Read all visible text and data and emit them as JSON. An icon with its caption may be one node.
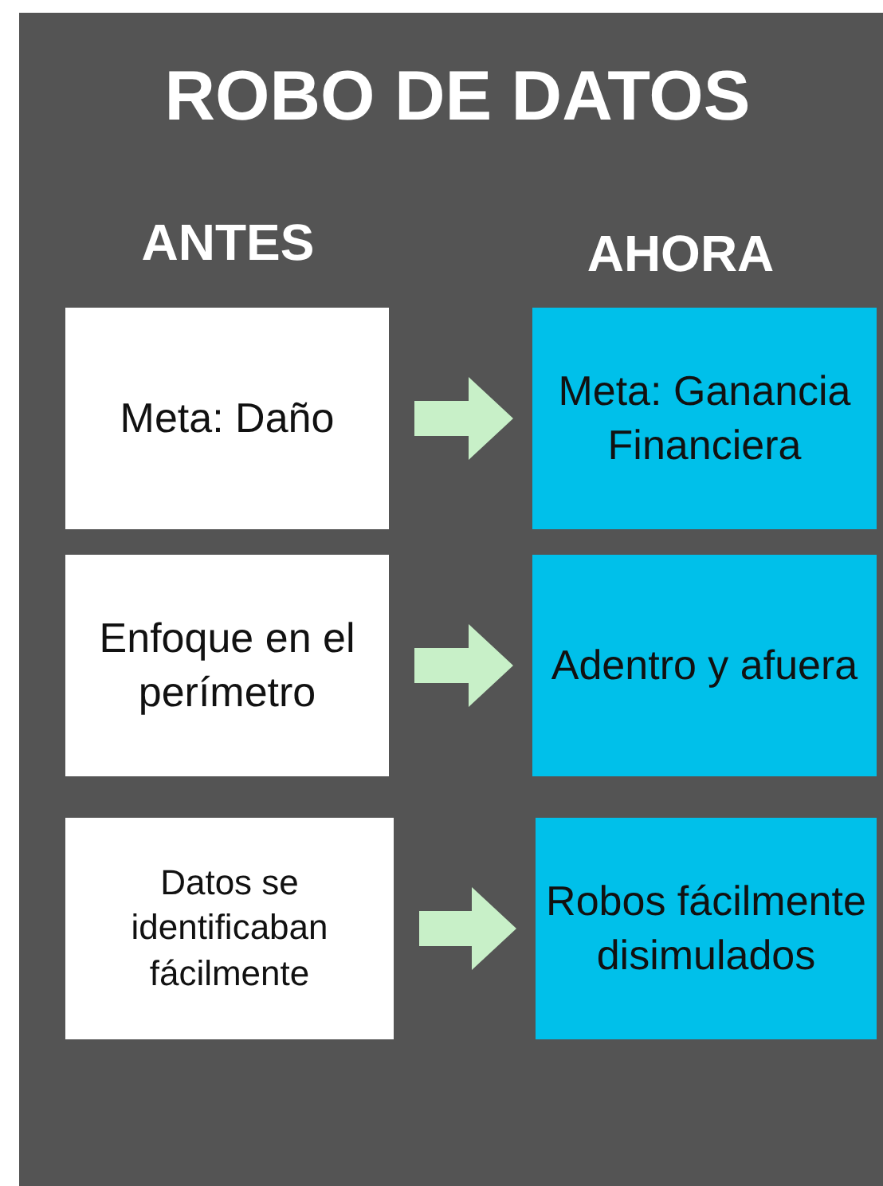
{
  "diagram": {
    "title": "ROBO DE DATOS",
    "nodes": [
      {
        "text": [
          "Meta: Daño"
        ]
      },
      {
        "text": [
          "Meta: Ganancia Financiera"
        ]
      },
      {
        "text": [
          "Enfoque en el perímetro"
        ]
      },
      {
        "text": [
          "Adentro y afuera"
        ]
      },
      {
        "text": [
          "Datos se identificaban fácilmente"
        ]
      },
      {
        "text": [
          "Robos fácilmente disimulados"
        ]
      }
    ],
    "edges": [
      {
        "from": 0,
        "to": 1,
        "arrow": "to"
      },
      {
        "from": 2,
        "to": 3,
        "arrow": "to"
      },
      {
        "from": 4,
        "to": 5,
        "arrow": "to"
      }
    ],
    "labels": [
      "ANTES",
      "AHORA"
    ]
  }
}
